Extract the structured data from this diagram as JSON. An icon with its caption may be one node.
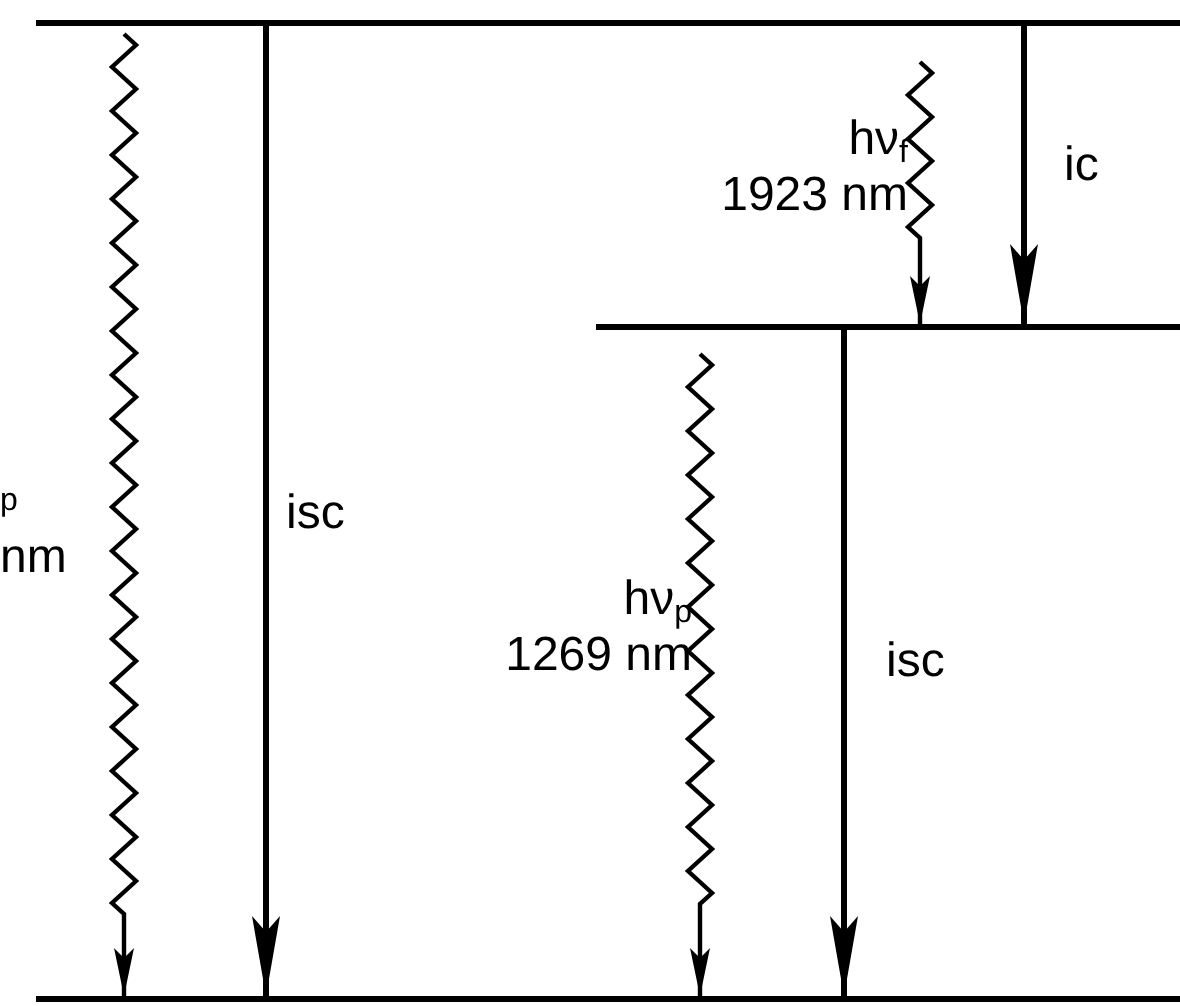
{
  "diagram": {
    "nodes": [
      {
        "text": [],
        "shape": "bar"
      },
      {
        "text": [],
        "shape": "bar"
      },
      {
        "text": [],
        "shape": "bar"
      }
    ],
    "edges": [
      {
        "from": 0,
        "to": 2,
        "arrow": "to"
      },
      {
        "from": 0,
        "to": 2,
        "arrow": "to",
        "label": "isc"
      },
      {
        "from": 0,
        "to": 1,
        "arrow": "to",
        "label": "hν$_{f}$ 1923 nm"
      },
      {
        "from": 0,
        "to": 1,
        "arrow": "to",
        "label": "ic"
      },
      {
        "from": 1,
        "to": 2,
        "arrow": "to",
        "label": "hν$_{p}$ 1269 nm"
      },
      {
        "from": 1,
        "to": 2,
        "arrow": "to",
        "label": "isc"
      }
    ],
    "labels": [
      "p",
      "nm"
    ]
  }
}
